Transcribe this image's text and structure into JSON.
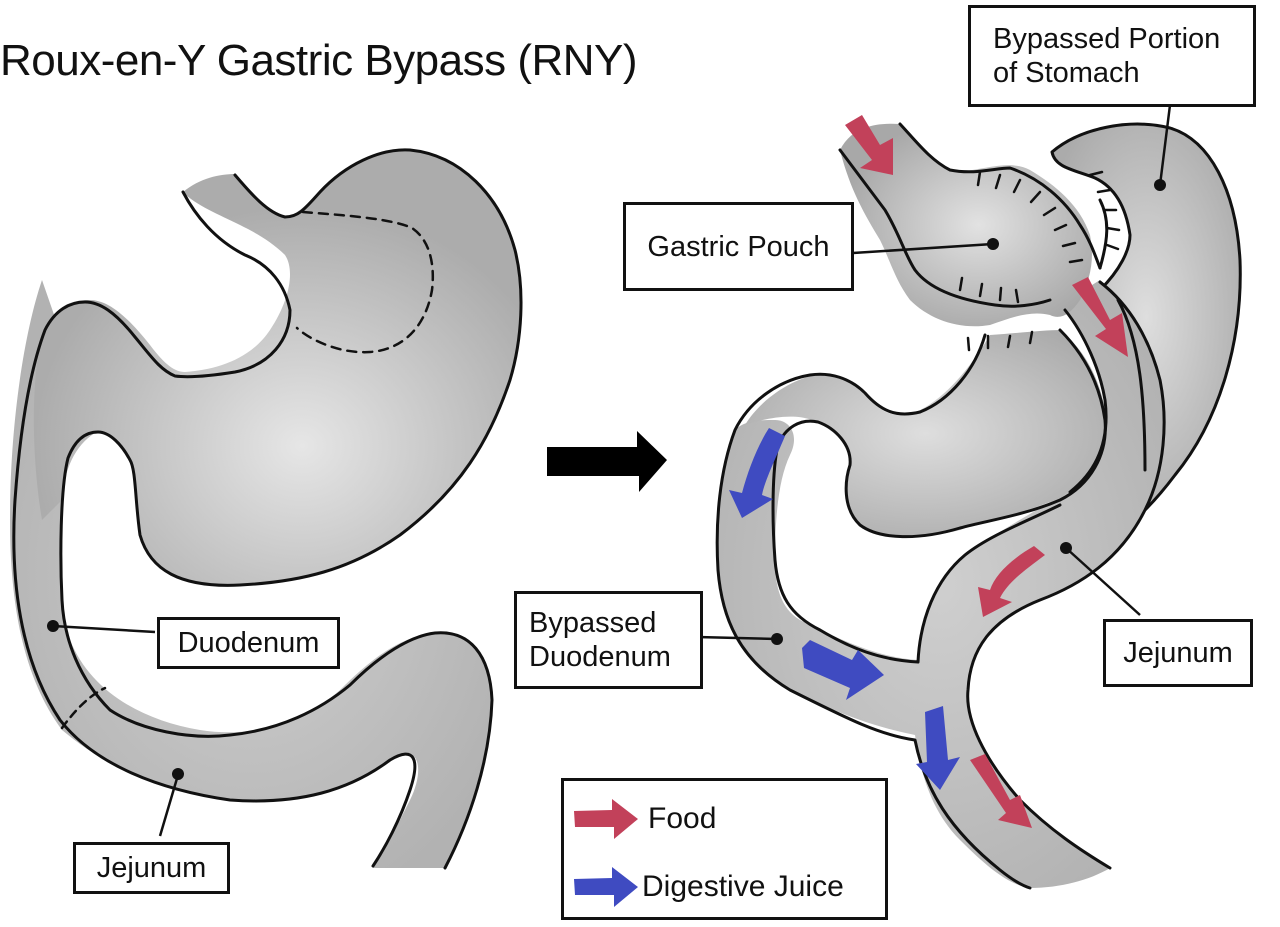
{
  "title": "Roux-en-Y Gastric Bypass (RNY)",
  "colors": {
    "food": "#c2415a",
    "digestive_juice": "#3f4bc1",
    "organ_fill": "#b4b4b4",
    "organ_highlight": "#e4e4e4",
    "outline": "#111111",
    "transition_arrow": "#000000"
  },
  "before": {
    "labels": {
      "duodenum": "Duodenum",
      "jejunum": "Jejunum"
    }
  },
  "after": {
    "labels": {
      "bypassed_stomach": "Bypassed Portion\nof Stomach",
      "gastric_pouch": "Gastric Pouch",
      "bypassed_duodenum": "Bypassed\nDuodenum",
      "jejunum": "Jejunum"
    }
  },
  "legend": {
    "items": [
      {
        "label": "Food",
        "color_key": "food"
      },
      {
        "label": "Digestive Juice",
        "color_key": "digestive_juice"
      }
    ]
  },
  "icons": {
    "transition": "right-arrow-icon",
    "flow_food": "flow-arrow-food-icon",
    "flow_juice": "flow-arrow-juice-icon"
  }
}
